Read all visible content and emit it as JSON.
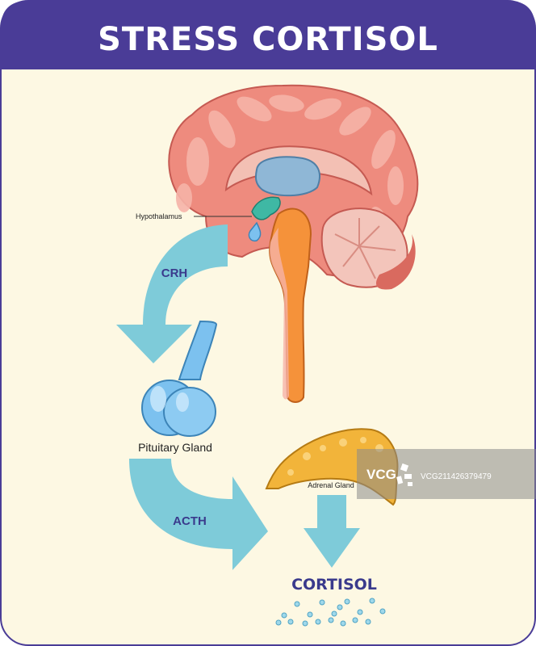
{
  "header": {
    "title": "STRESS CORTISOL"
  },
  "labels": {
    "hypothalamus": "Hypothalamus",
    "crh": "CRH",
    "pituitary": "Pituitary Gland",
    "acth": "ACTH",
    "adrenal": "Adrenal Gland",
    "cortisol": "CORTISOL"
  },
  "watermark": {
    "logo": "VCG",
    "code": "VCG211426379479"
  },
  "colors": {
    "header": "#4a3c97",
    "background": "#fdf8e3",
    "arrow": "#7ecbd9",
    "brain": "#ee8b7e",
    "brainstem": "#f5923a",
    "pituitary": "#7cc1ef",
    "adrenal": "#f2b43a",
    "label_blue": "#3a3a8c"
  }
}
